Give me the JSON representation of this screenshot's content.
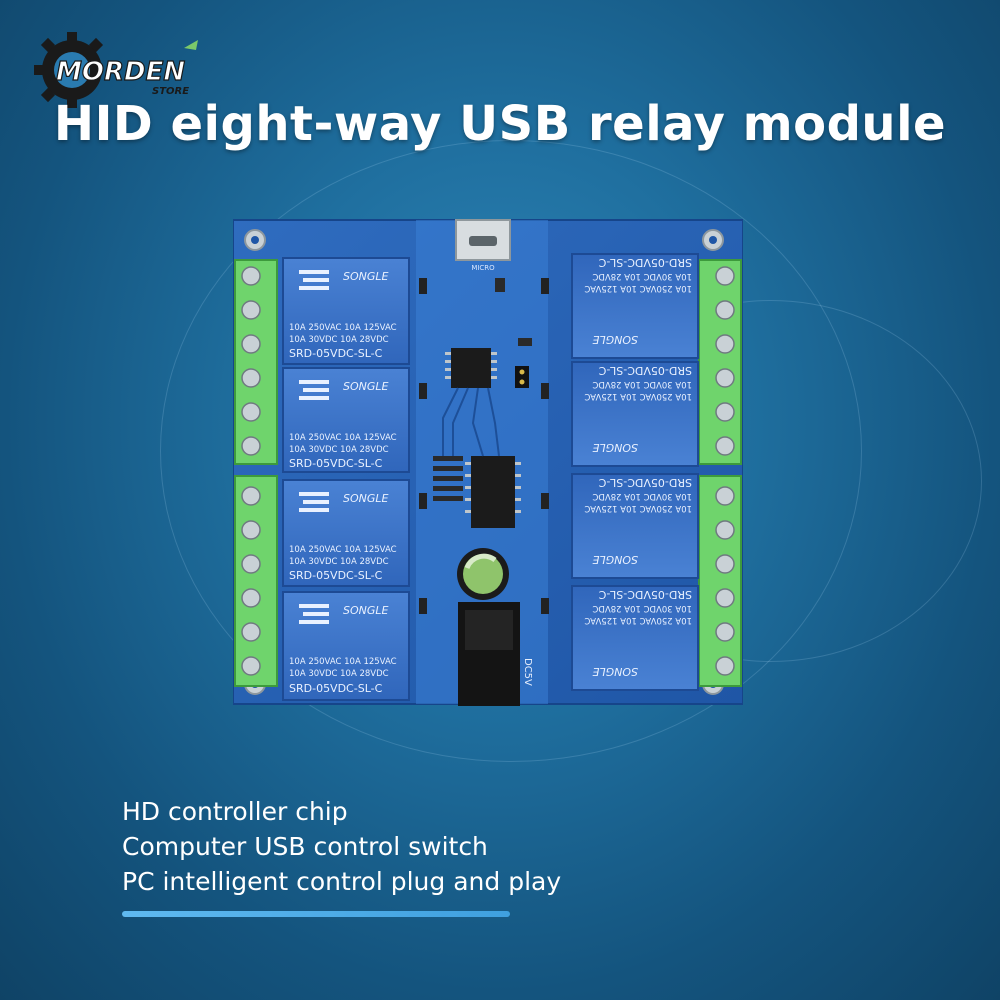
{
  "logo": {
    "brand": "MORDEN",
    "sub": "STORE"
  },
  "title": "HID eight-way USB relay module",
  "relay_text": {
    "brand": "SONGLE",
    "rating1": "10A 250VAC  10A 125VAC",
    "rating2": "10A  30VDC  10A  28VDC",
    "model": "SRD-05VDC-SL-C"
  },
  "board_labels": {
    "power": "DC5V",
    "usb": "MICRO"
  },
  "features": [
    "HD controller chip",
    "Computer USB control switch",
    "PC intelligent control plug and play"
  ],
  "colors": {
    "background": "#1f6f9f",
    "pcb": "#2a62b4",
    "relay": "#3a6fc4",
    "terminal": "#6fd46c",
    "accent": "#4fb2ec"
  }
}
